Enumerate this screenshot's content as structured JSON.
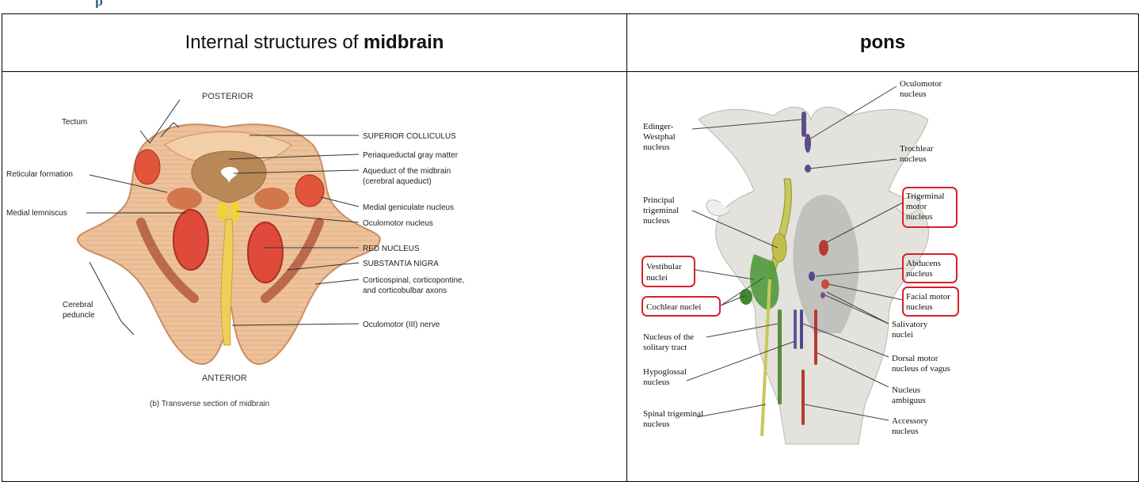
{
  "page_fragment": "p",
  "table": {
    "left_header": {
      "text": "Internal structures of ",
      "bold": "midbrain"
    },
    "right_header": {
      "bold": "pons"
    }
  },
  "midbrain_figure": {
    "orientation_top": "POSTERIOR",
    "orientation_bottom": "ANTERIOR",
    "caption": "(b) Transverse section of midbrain",
    "left_labels": {
      "tectum": "Tectum",
      "reticular": "Reticular formation",
      "medial_lemniscus": "Medial lemniscus",
      "cerebral_peduncle_1": "Cerebral",
      "cerebral_peduncle_2": "peduncle"
    },
    "right_labels": {
      "superior_colliculus": "SUPERIOR COLLICULUS",
      "periaqueductal": "Periaqueductal gray matter",
      "aqueduct_1": "Aqueduct of the midbrain",
      "aqueduct_2": "(cerebral aqueduct)",
      "medial_geniculate": "Medial geniculate nucleus",
      "oculomotor_nucleus": "Oculomotor nucleus",
      "red_nucleus": "RED NUCLEUS",
      "substantia_nigra": "SUBSTANTIA NIGRA",
      "corticospinal_1": "Corticospinal, corticopontine,",
      "corticospinal_2": "and corticobulbar axons",
      "oculomotor_nerve": "Oculomotor (III) nerve"
    }
  },
  "pons_figure": {
    "left_labels": {
      "edinger_1": "Edinger-",
      "edinger_2": "Westphal",
      "edinger_3": "nucleus",
      "principal_1": "Principal",
      "principal_2": "trigeminal",
      "principal_3": "nucleus",
      "vestibular_1": "Vestibular",
      "vestibular_2": "nuclei",
      "cochlear": "Cochlear nuclei",
      "solitary_1": "Nucleus of the",
      "solitary_2": "solitary tract",
      "hypoglossal_1": "Hypoglossal",
      "hypoglossal_2": "nucleus",
      "spinal_trig_1": "Spinal trigeminal",
      "spinal_trig_2": "nucleus"
    },
    "right_labels": {
      "oculomotor_1": "Oculomotor",
      "oculomotor_2": "nucleus",
      "trochlear_1": "Trochlear",
      "trochlear_2": "nucleus",
      "trigeminal_motor_1": "Trigeminal",
      "trigeminal_motor_2": "motor",
      "trigeminal_motor_3": "nucleus",
      "abducens_1": "Abducens",
      "abducens_2": "nucleus",
      "facial_1": "Facial motor",
      "facial_2": "nucleus",
      "salivatory_1": "Salivatory",
      "salivatory_2": "nuclei",
      "dorsal_vagus_1": "Dorsal motor",
      "dorsal_vagus_2": "nucleus of vagus",
      "ambiguus_1": "Nucleus",
      "ambiguus_2": "ambiguus",
      "accessory_1": "Accessory",
      "accessory_2": "nucleus"
    },
    "highlight_color": "#d9202a"
  }
}
